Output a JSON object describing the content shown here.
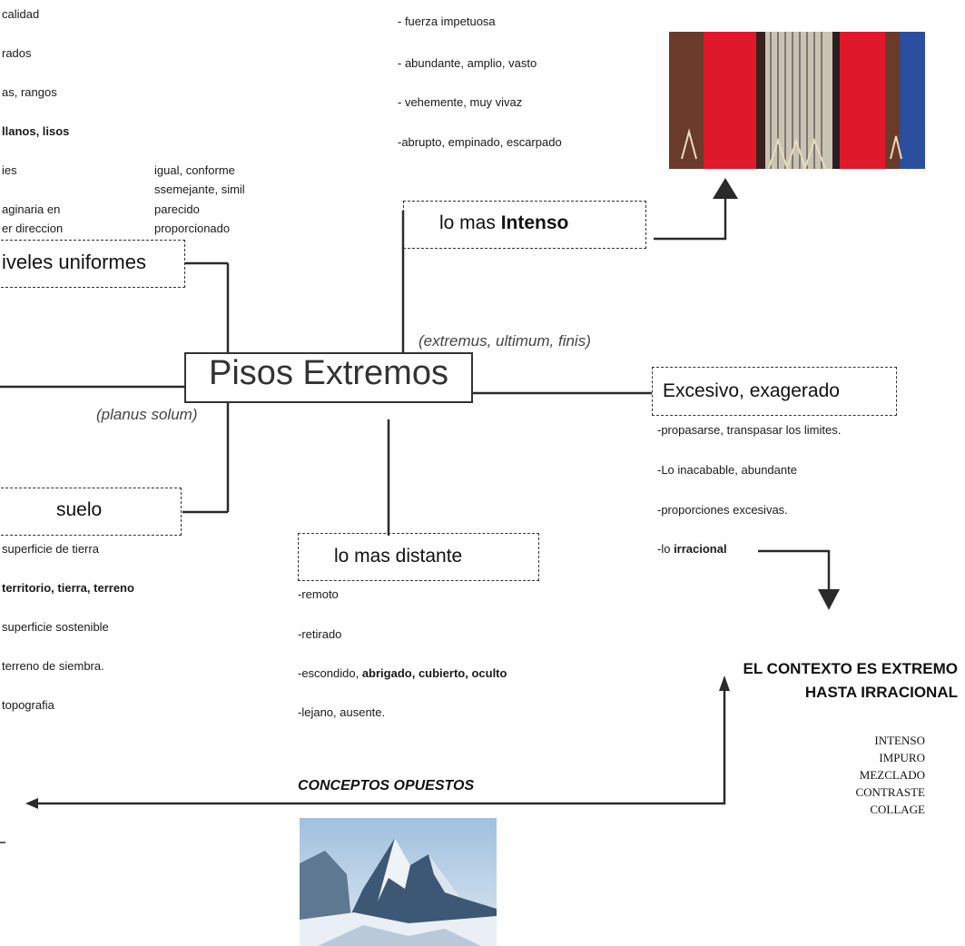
{
  "center": {
    "title": "Pisos Extremos",
    "latin_right": "(extremus, ultimum, finis)",
    "latin_below": "(planus solum)"
  },
  "left_top_list": [
    "calidad",
    "rados",
    "as, rangos",
    "llanos, lisos",
    "ies",
    "aginaria en",
    "er direccion"
  ],
  "synonyms": [
    "igual, conforme",
    "ssemejante, simil",
    "parecido",
    "proporcionado"
  ],
  "niveles": {
    "label": "iveles uniformes"
  },
  "suelo": {
    "label": "suelo",
    "items": [
      "superficie de tierra",
      "territorio, tierra, terreno",
      "superficie sostenible",
      "terreno de siembra.",
      "topografia"
    ]
  },
  "intenso": {
    "label_prefix": "lo mas ",
    "label_bold": "Intenso",
    "items": [
      "- fuerza impetuosa",
      "- abundante, amplio, vasto",
      "- vehemente, muy vivaz",
      "-abrupto, empinado, escarpado"
    ]
  },
  "excesivo": {
    "label": "Excesivo, exagerado",
    "items": [
      "-propasarse, transpasar los limites.",
      "-Lo inacabable, abundante",
      "-proporciones excesivas."
    ],
    "last_prefix": "-lo ",
    "last_bold": "irracional"
  },
  "distante": {
    "label": "lo mas distante",
    "items": [
      "-remoto",
      "-retirado"
    ],
    "hidden_prefix": "-escondido, ",
    "hidden_bold": "abrigado, cubierto, oculto",
    "last": "-lejano, ausente."
  },
  "conclusion": {
    "line1": "EL CONTEXTO ES EXTREMO",
    "line2": "HASTA IRRACIONAL",
    "list": [
      "INTENSO",
      "IMPURO",
      "MEZCLADO",
      "CONTRASTE",
      "COLLAGE"
    ]
  },
  "opuestos": {
    "label": "CONCEPTOS OPUESTOS"
  },
  "images": {
    "textile": "textile-photo",
    "mountain": "mountain-photo"
  },
  "colors": {
    "textile_red": "#e0182b",
    "textile_blue": "#2a4f9e",
    "sky": "#8fb4d9",
    "ink": "#2a2a2a"
  }
}
